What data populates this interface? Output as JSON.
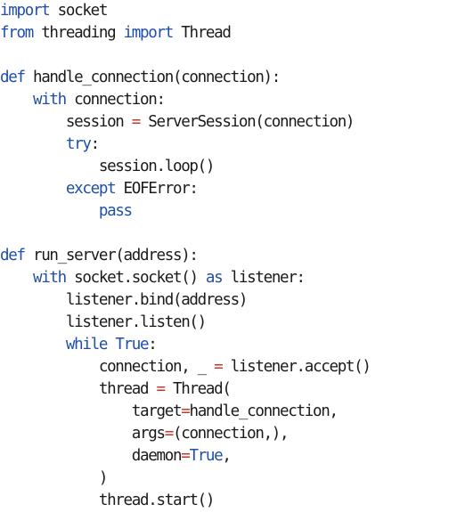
{
  "theme": {
    "keyword_color": "#1f4fa8",
    "operator_color": "#c0392b",
    "text_color": "#1a1a1a",
    "background": "#ffffff"
  },
  "code": {
    "language": "python",
    "lines": [
      [
        {
          "t": "kw",
          "v": "import"
        },
        {
          "t": "tx",
          "v": " socket"
        }
      ],
      [
        {
          "t": "kw",
          "v": "from"
        },
        {
          "t": "tx",
          "v": " threading "
        },
        {
          "t": "kw",
          "v": "import"
        },
        {
          "t": "tx",
          "v": " Thread"
        }
      ],
      [],
      [
        {
          "t": "kw",
          "v": "def"
        },
        {
          "t": "tx",
          "v": " handle_connection(connection):"
        }
      ],
      [
        {
          "t": "tx",
          "v": "    "
        },
        {
          "t": "kw",
          "v": "with"
        },
        {
          "t": "tx",
          "v": " connection:"
        }
      ],
      [
        {
          "t": "tx",
          "v": "        session "
        },
        {
          "t": "op",
          "v": "="
        },
        {
          "t": "tx",
          "v": " ServerSession(connection)"
        }
      ],
      [
        {
          "t": "tx",
          "v": "        "
        },
        {
          "t": "kw",
          "v": "try"
        },
        {
          "t": "tx",
          "v": ":"
        }
      ],
      [
        {
          "t": "tx",
          "v": "            session.loop()"
        }
      ],
      [
        {
          "t": "tx",
          "v": "        "
        },
        {
          "t": "kw",
          "v": "except"
        },
        {
          "t": "tx",
          "v": " EOFError:"
        }
      ],
      [
        {
          "t": "tx",
          "v": "            "
        },
        {
          "t": "kw",
          "v": "pass"
        }
      ],
      [],
      [
        {
          "t": "kw",
          "v": "def"
        },
        {
          "t": "tx",
          "v": " run_server(address):"
        }
      ],
      [
        {
          "t": "tx",
          "v": "    "
        },
        {
          "t": "kw",
          "v": "with"
        },
        {
          "t": "tx",
          "v": " socket.socket() "
        },
        {
          "t": "kw",
          "v": "as"
        },
        {
          "t": "tx",
          "v": " listener:"
        }
      ],
      [
        {
          "t": "tx",
          "v": "        listener.bind(address)"
        }
      ],
      [
        {
          "t": "tx",
          "v": "        listener.listen()"
        }
      ],
      [
        {
          "t": "tx",
          "v": "        "
        },
        {
          "t": "kw",
          "v": "while"
        },
        {
          "t": "tx",
          "v": " "
        },
        {
          "t": "kw",
          "v": "True"
        },
        {
          "t": "tx",
          "v": ":"
        }
      ],
      [
        {
          "t": "tx",
          "v": "            connection, _ "
        },
        {
          "t": "op",
          "v": "="
        },
        {
          "t": "tx",
          "v": " listener.accept()"
        }
      ],
      [
        {
          "t": "tx",
          "v": "            thread "
        },
        {
          "t": "op",
          "v": "="
        },
        {
          "t": "tx",
          "v": " Thread("
        }
      ],
      [
        {
          "t": "tx",
          "v": "                target"
        },
        {
          "t": "op",
          "v": "="
        },
        {
          "t": "tx",
          "v": "handle_connection,"
        }
      ],
      [
        {
          "t": "tx",
          "v": "                args"
        },
        {
          "t": "op",
          "v": "="
        },
        {
          "t": "tx",
          "v": "(connection,),"
        }
      ],
      [
        {
          "t": "tx",
          "v": "                daemon"
        },
        {
          "t": "op",
          "v": "="
        },
        {
          "t": "kw",
          "v": "True"
        },
        {
          "t": "tx",
          "v": ","
        }
      ],
      [
        {
          "t": "tx",
          "v": "            )"
        }
      ],
      [
        {
          "t": "tx",
          "v": "            thread.start()"
        }
      ]
    ]
  }
}
